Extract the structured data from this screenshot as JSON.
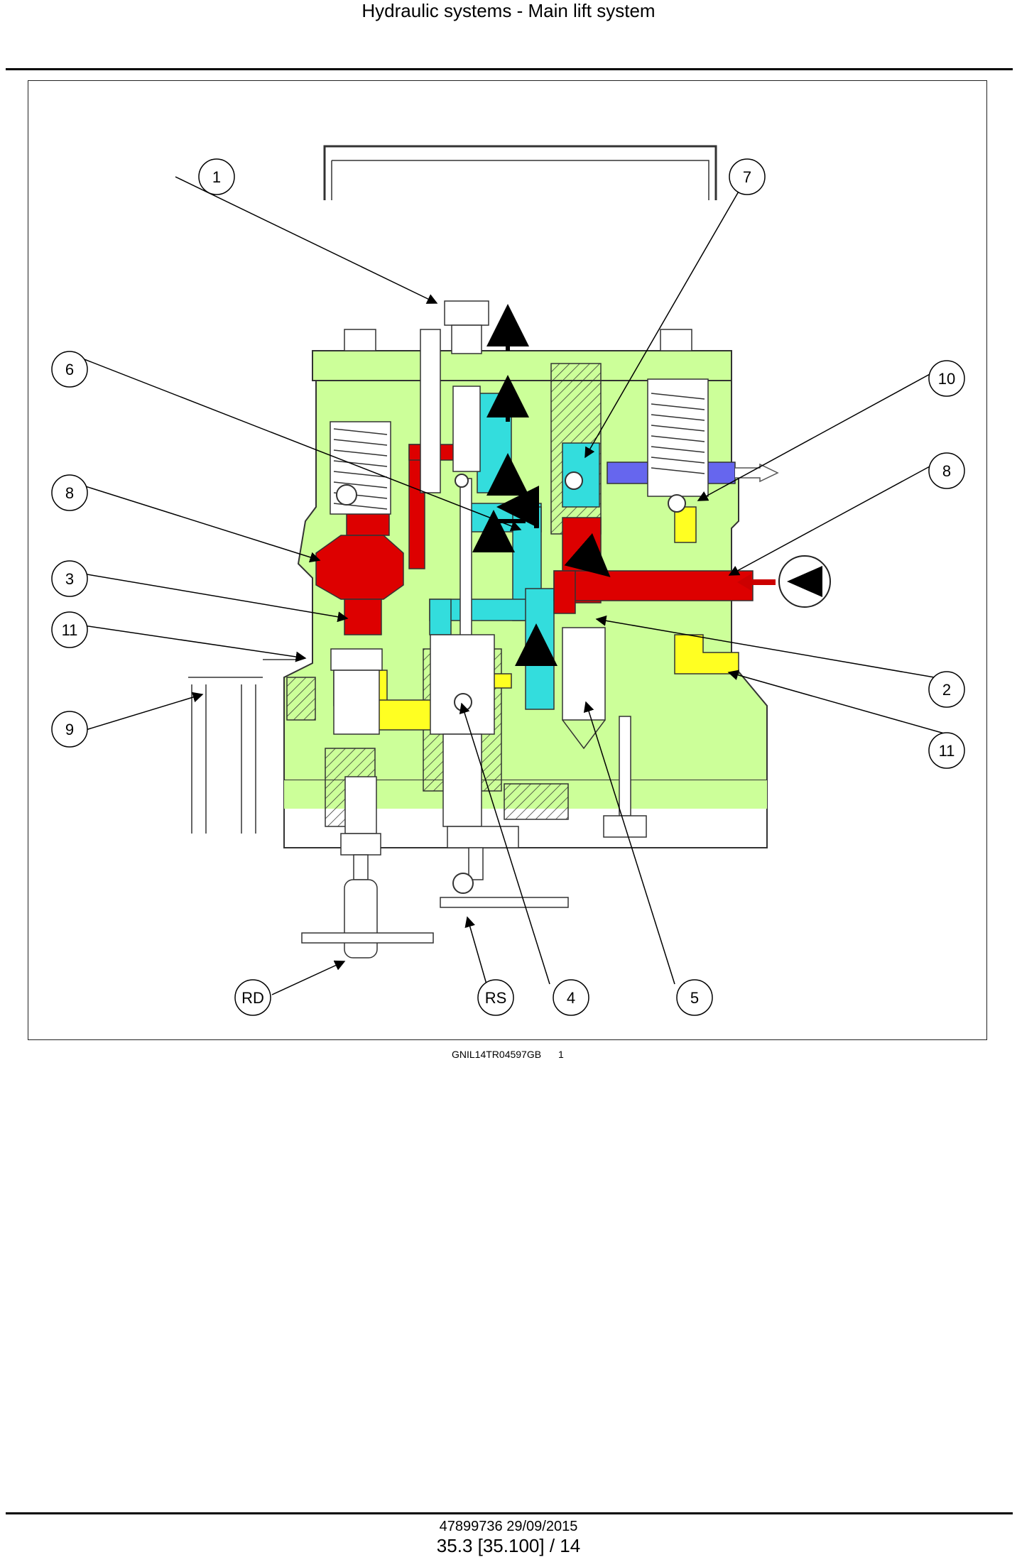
{
  "header": {
    "title": "Hydraulic systems - Main lift system"
  },
  "figure": {
    "code": "GNIL14TR04597GB",
    "number": "1",
    "callouts": {
      "c1": "1",
      "c7": "7",
      "c6": "6",
      "c10": "10",
      "c8a": "8",
      "c8b": "8",
      "c3": "3",
      "c11a": "11",
      "c2": "2",
      "c9": "9",
      "c11b": "11",
      "crd": "RD",
      "crs": "RS",
      "c4": "4",
      "c5": "5"
    },
    "colors": {
      "body": "#ccff99",
      "pressure": "#dd0000",
      "return": "#33dddd",
      "pilot": "#ffff22",
      "exhaust": "#6666ee"
    }
  },
  "footer": {
    "doc": "47899736 29/09/2015",
    "page": "35.3 [35.100] / 14"
  }
}
